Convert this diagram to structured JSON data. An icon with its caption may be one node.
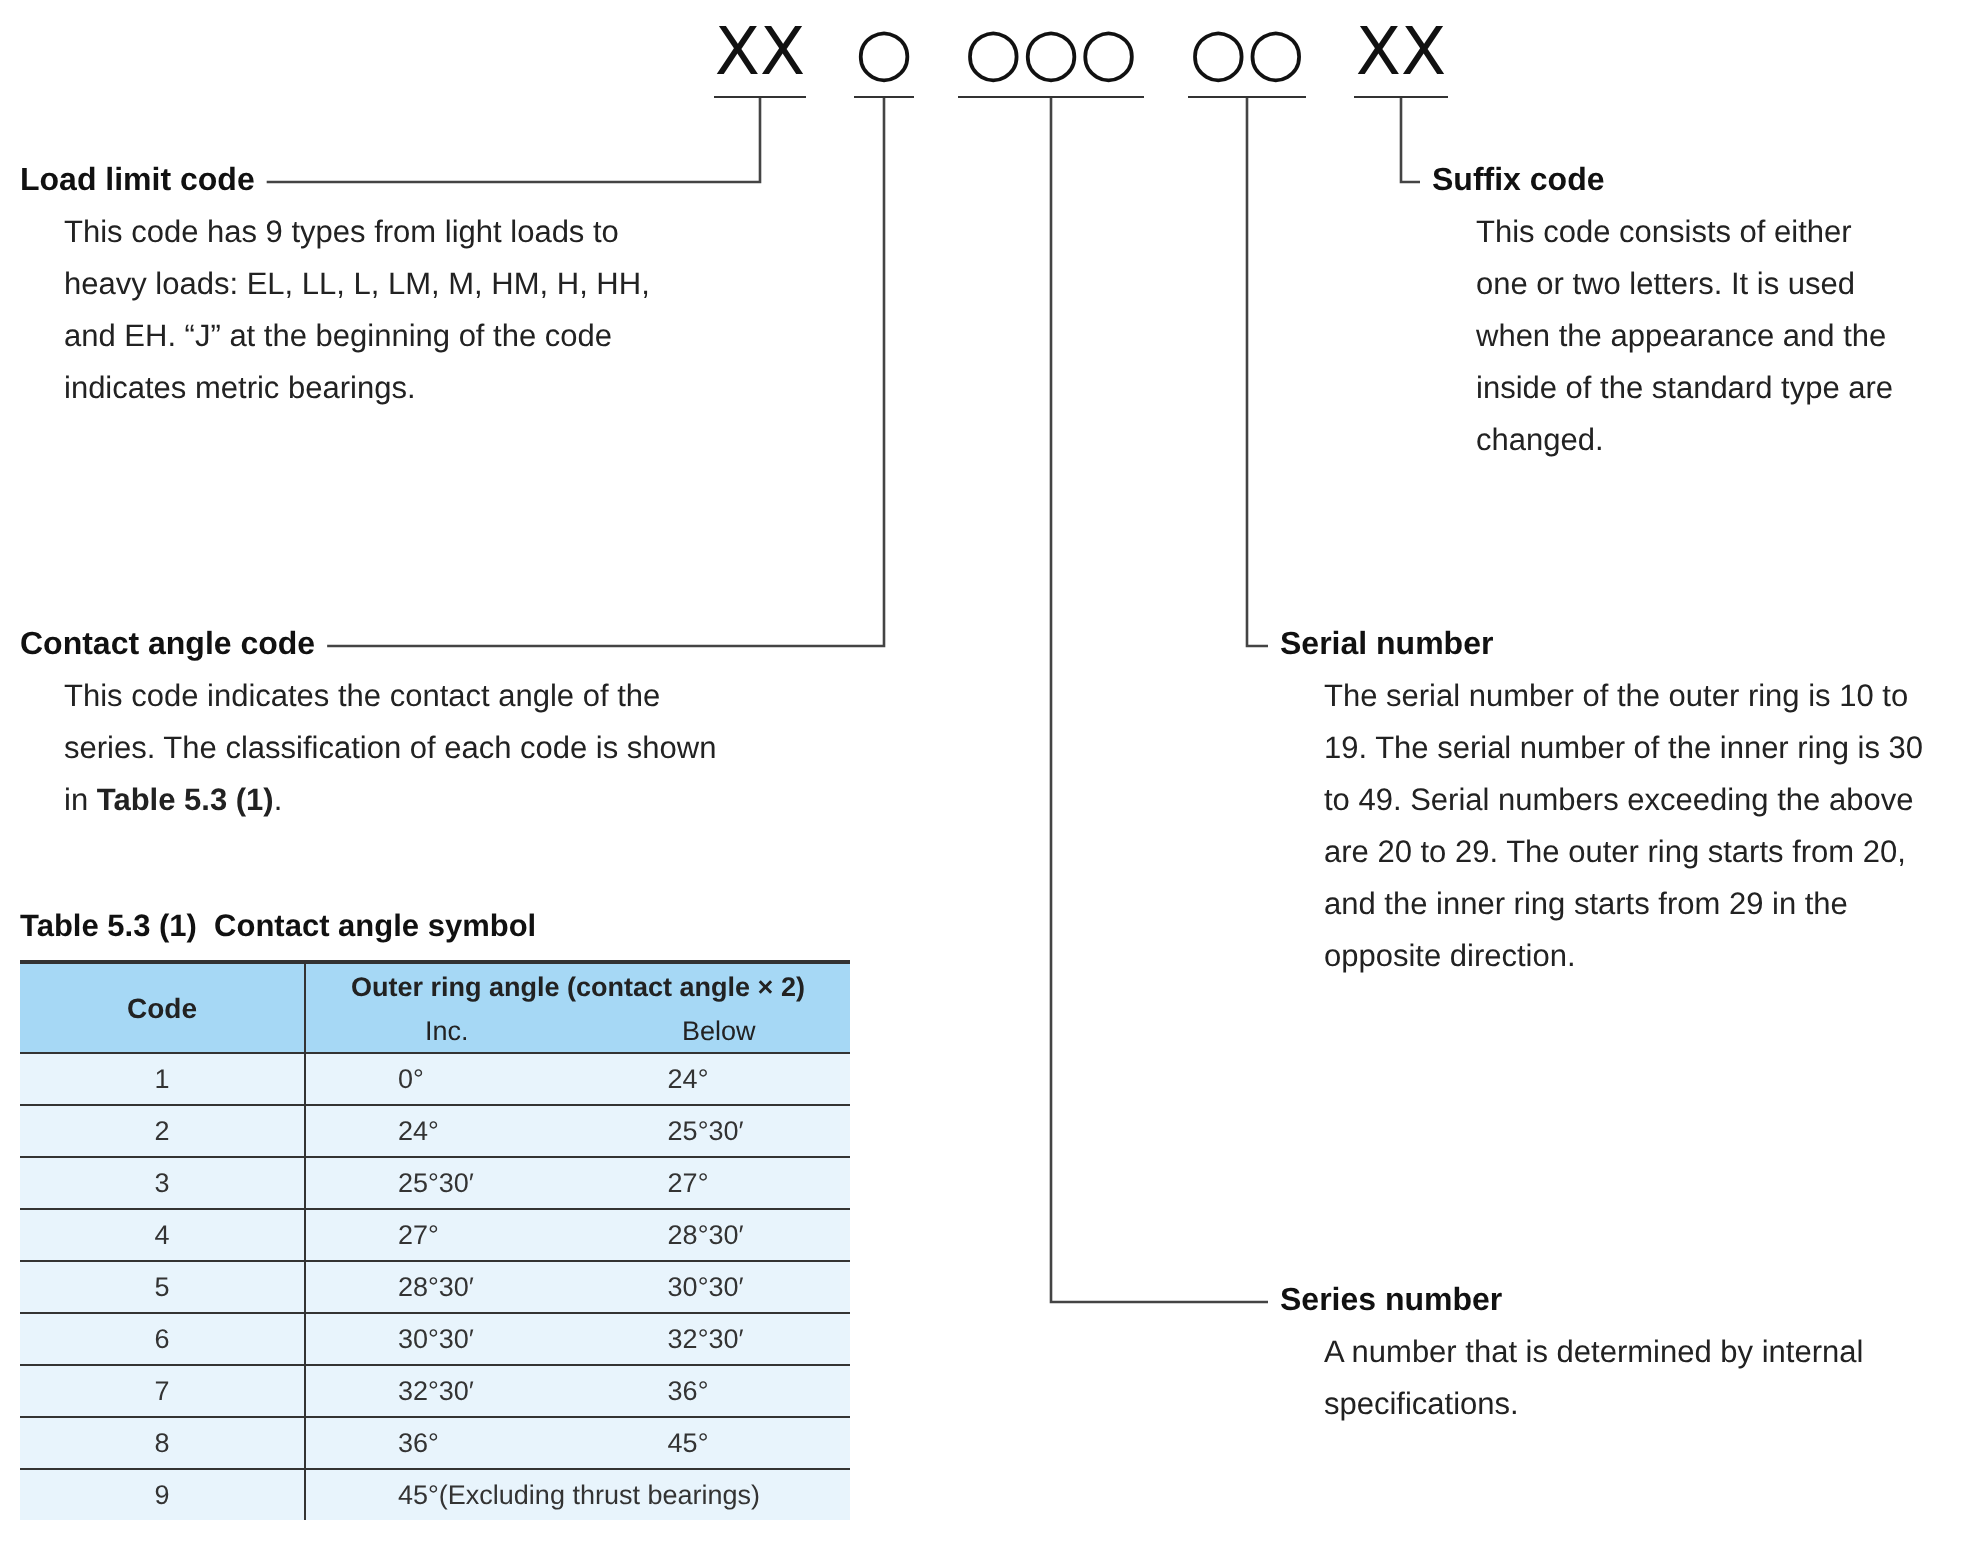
{
  "diagram": {
    "nodes": [
      {
        "text": [
          "XX"
        ]
      },
      {
        "text": [
          "○"
        ]
      },
      {
        "text": [
          "○○○"
        ]
      },
      {
        "text": [
          "○○"
        ]
      },
      {
        "text": [
          "XX"
        ]
      },
      {
        "text": [
          "Load limit code",
          "This code has 9 types from light loads to heavy loads: EL, LL, L, LM, M, HM, H, HH, and EH. “J” at the beginning of the code indicates metric bearings."
        ]
      },
      {
        "text": [
          "Suffix code",
          "This code consists of either one or two letters. It is used when the appearance and the inside of the standard type are changed."
        ]
      },
      {
        "text": [
          "Contact angle code",
          "This code indicates the contact angle of the series. The classification of each code is shown in **Table 5.3 (1)**."
        ]
      },
      {
        "text": [
          "Serial number",
          "The serial number of the outer ring is 10 to 19. The serial number of the inner ring is 30 to 49. Serial numbers exceeding the above are 20 to 29. The outer ring starts from 20, and the inner ring starts from 29 in the opposite direction."
        ]
      },
      {
        "text": [
          "Series number",
          "A number that is determined by internal specifications."
        ]
      }
    ],
    "edges": [
      {
        "from": 5,
        "to": 0,
        "arrow": "none"
      },
      {
        "from": 6,
        "to": 4,
        "arrow": "none"
      },
      {
        "from": 7,
        "to": 1,
        "arrow": "none"
      },
      {
        "from": 8,
        "to": 3,
        "arrow": "none"
      },
      {
        "from": 9,
        "to": 2,
        "arrow": "none"
      }
    ],
    "labels": [
      "Table 5.3 (1)  Contact angle symbol",
      "Code",
      "Outer ring angle (contact angle × 2)",
      "Inc.",
      "Below",
      "1",
      "0°",
      "24°",
      "2",
      "24°",
      "25°30′",
      "3",
      "25°30′",
      "27°",
      "4",
      "27°",
      "28°30′",
      "5",
      "28°30′",
      "30°30′",
      "6",
      "30°30′",
      "32°30′",
      "7",
      "32°30′",
      "36°",
      "8",
      "36°",
      "45°",
      "9",
      "45°(Excluding thrust bearings)"
    ]
  }
}
